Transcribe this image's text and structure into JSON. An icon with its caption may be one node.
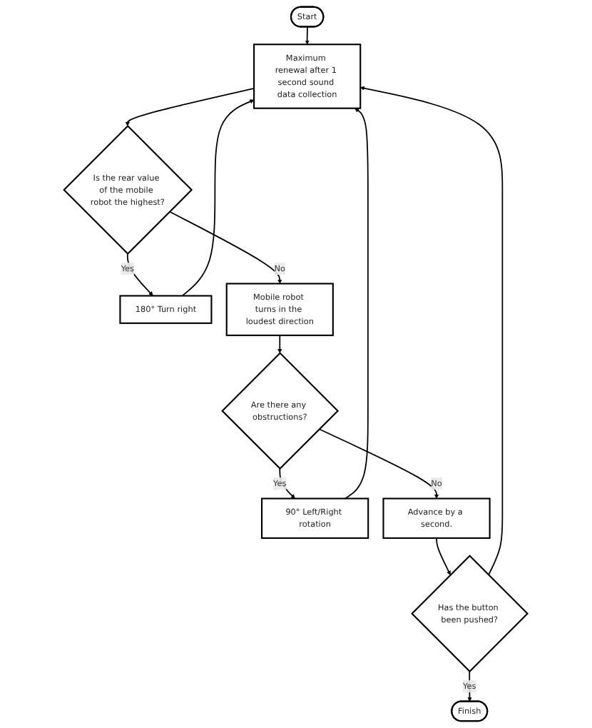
{
  "diagram": {
    "nodes": [
      {
        "text": [
          "Start"
        ]
      },
      {
        "text": [
          "Maximum renewal after 1 second sound data collection"
        ]
      },
      {
        "text": [
          "Is the rear value of the mobile robot the highest?"
        ]
      },
      {
        "text": [
          "180° Turn right"
        ]
      },
      {
        "text": [
          "90° Left/Right rotation"
        ]
      },
      {
        "text": [
          "Mobile robot turns in the loudest direction"
        ]
      },
      {
        "text": [
          "Are there any obstructions?"
        ]
      },
      {
        "text": [
          "Advance by a second."
        ]
      },
      {
        "text": [
          "Has the button been pushed?"
        ]
      },
      {
        "text": [
          "Finish"
        ]
      }
    ],
    "edges": [
      {
        "from": 0,
        "to": 1,
        "arrow": "to"
      },
      {
        "from": 1,
        "to": 2,
        "arrow": "to"
      },
      {
        "from": 2,
        "to": 3,
        "arrow": "to",
        "label": "Yes"
      },
      {
        "from": 3,
        "to": 1,
        "arrow": "to"
      },
      {
        "from": 2,
        "to": 5,
        "arrow": "to",
        "label": "No"
      },
      {
        "from": 5,
        "to": 6,
        "arrow": "to"
      },
      {
        "from": 6,
        "to": 4,
        "arrow": "to",
        "label": "Yes"
      },
      {
        "from": 4,
        "to": 1,
        "arrow": "to"
      },
      {
        "from": 6,
        "to": 7,
        "arrow": "to",
        "label": "No"
      },
      {
        "from": 7,
        "to": 8,
        "arrow": "to"
      },
      {
        "from": 8,
        "to": 1,
        "arrow": "to"
      },
      {
        "from": 8,
        "to": 9,
        "arrow": "to",
        "label": "Yes"
      }
    ]
  }
}
